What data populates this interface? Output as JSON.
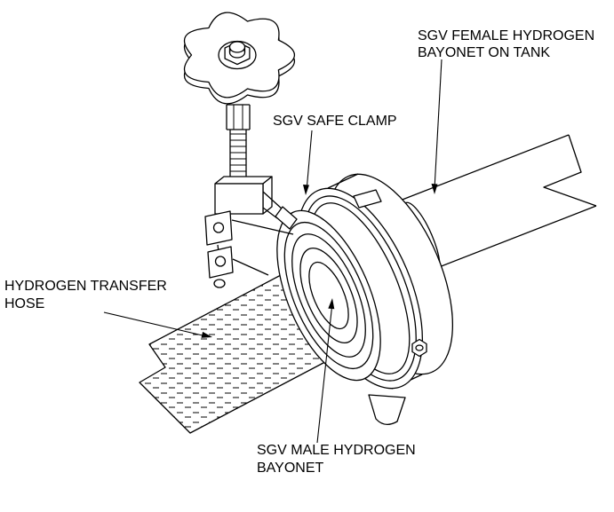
{
  "figure": {
    "background_color": "#ffffff",
    "line_color": "#000000",
    "callouts": {
      "female_bayonet": {
        "line1": "SGV FEMALE HYDROGEN",
        "line2": "BAYONET ON TANK"
      },
      "safe_clamp": {
        "line1": "SGV SAFE CLAMP"
      },
      "transfer_hose": {
        "line1": "HYDROGEN TRANSFER",
        "line2": "HOSE"
      },
      "male_bayonet": {
        "line1": "SGV MALE HYDROGEN",
        "line2": "BAYONET"
      }
    }
  }
}
